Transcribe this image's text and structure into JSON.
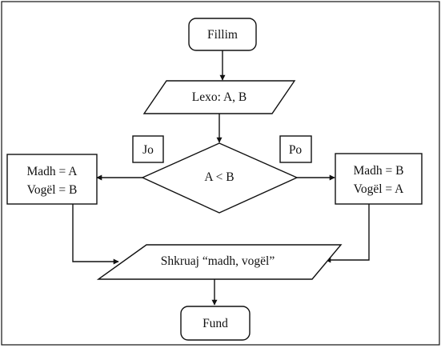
{
  "flowchart": {
    "start": "Fillim",
    "input": "Lexo: A, B",
    "decision": "A < B",
    "branch_no": "Jo",
    "branch_yes": "Po",
    "process_no": [
      "Madh = A",
      "Vogël = B"
    ],
    "process_yes": [
      "Madh = B",
      "Vogël = A"
    ],
    "output": "Shkruaj “madh, vogël”",
    "end": "Fund"
  }
}
